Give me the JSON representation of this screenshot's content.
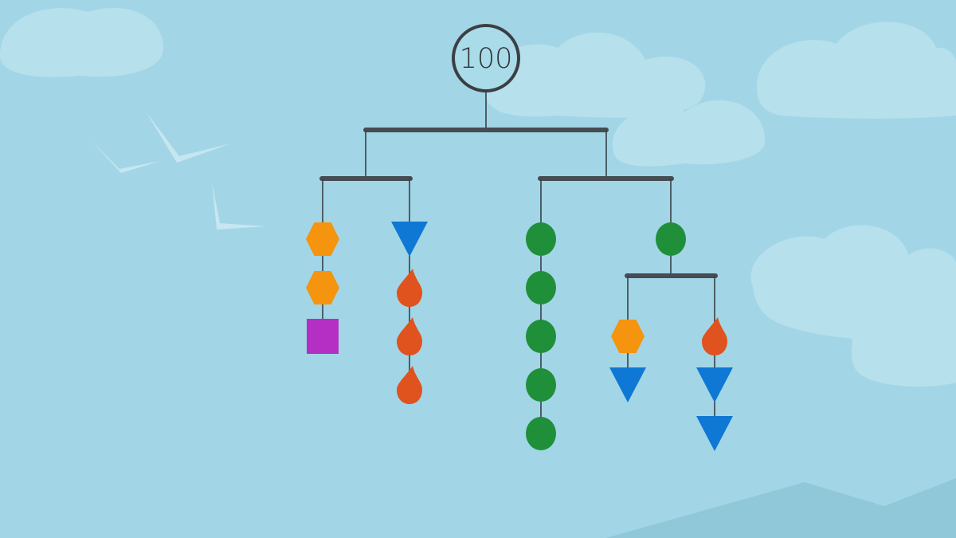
{
  "game": {
    "title": "",
    "total_weight": "100"
  },
  "colors": {
    "sky": "#a2d6e6",
    "sky_deep": "#8fc9dc",
    "cloud": "#b6e0ec",
    "bird": "#c6e6f0",
    "hill": "#90c8da",
    "rod": "#454c52",
    "string": "#3a4147",
    "ring": "#3b3f43",
    "hexagon": "#f5940f",
    "triangle": "#0f77d4",
    "drop": "#e0521e",
    "circle": "#1f8f3a",
    "square": "#b52fc4"
  },
  "mobile": {
    "top_rod": {
      "left_arm": {
        "name": "left-sub-rod",
        "chains": [
          {
            "name": "chain-a",
            "pieces": [
              "hexagon",
              "hexagon",
              "square"
            ]
          },
          {
            "name": "chain-b",
            "pieces": [
              "triangle",
              "drop",
              "drop",
              "drop"
            ]
          }
        ]
      },
      "right_arm": {
        "name": "right-sub-rod",
        "chains": [
          {
            "name": "chain-c",
            "pieces": [
              "circle",
              "circle",
              "circle",
              "circle",
              "circle"
            ]
          },
          {
            "name": "chain-d",
            "pieces": [
              "circle"
            ],
            "sub_rod": {
              "name": "lower-sub-rod",
              "chains": [
                {
                  "name": "chain-e",
                  "pieces": [
                    "hexagon",
                    "triangle"
                  ]
                },
                {
                  "name": "chain-f",
                  "pieces": [
                    "drop",
                    "triangle",
                    "triangle"
                  ]
                }
              ]
            }
          }
        ]
      }
    }
  }
}
